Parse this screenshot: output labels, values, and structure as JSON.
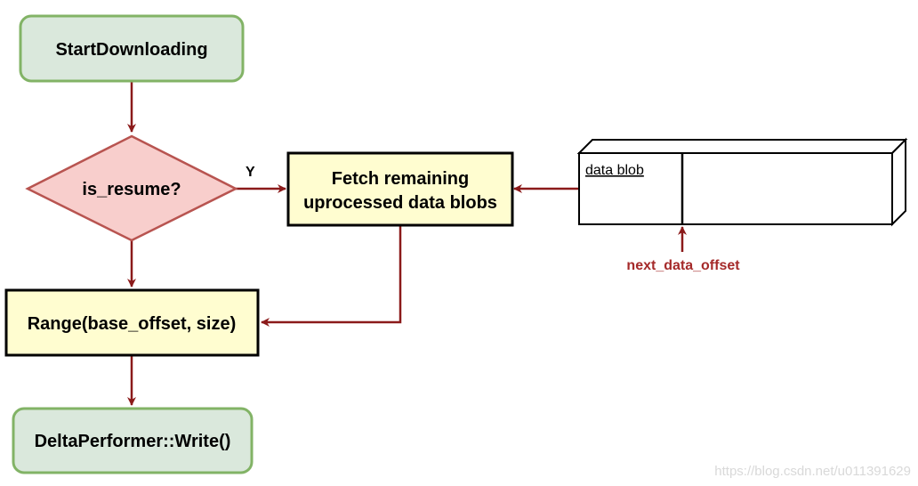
{
  "nodes": {
    "start": "StartDownloading",
    "decision": "is_resume?",
    "fetch_line1": "Fetch remaining",
    "fetch_line2": "uprocessed data blobs",
    "range": "Range(base_offset, size)",
    "write": "DeltaPerformer::Write()"
  },
  "edges": {
    "yes_label": "Y"
  },
  "blob": {
    "label": "data blob",
    "pointer_label": "next_data_offset"
  },
  "watermark": "https://blog.csdn.net/u011391629",
  "colors": {
    "terminal_fill": "#dae8dc",
    "terminal_stroke": "#82b366",
    "decision_fill": "#f8cecc",
    "decision_stroke": "#b85450",
    "process_fill": "#fffdd0",
    "process_stroke": "#000000",
    "arrow": "#8b1a1a",
    "pointer_text": "#a52a2a"
  }
}
